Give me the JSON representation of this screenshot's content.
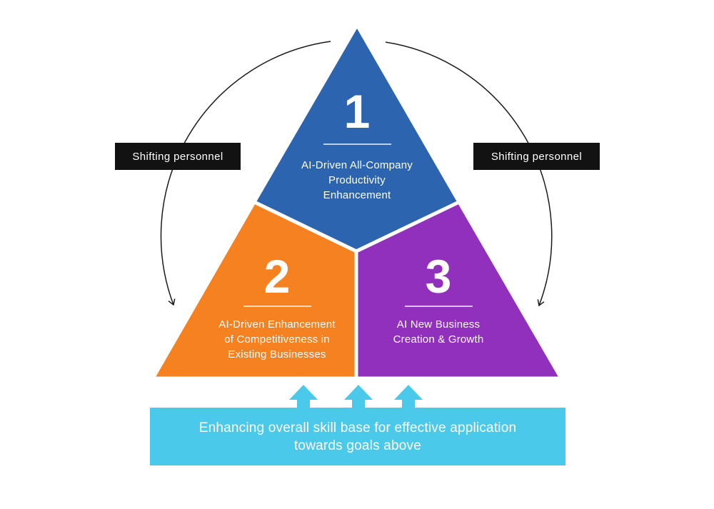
{
  "palette": {
    "blue": "#2D64B0",
    "orange": "#F68121",
    "purple": "#9230BE",
    "cyan": "#4AC9EA",
    "label_bg": "#121212",
    "arc_stroke": "#1A1A1A"
  },
  "sections": [
    {
      "number": "1",
      "lines": [
        "AI-Driven All-Company",
        "Productivity",
        "Enhancement"
      ]
    },
    {
      "number": "2",
      "lines": [
        "AI-Driven Enhancement",
        "of Competitiveness in",
        "Existing Businesses"
      ]
    },
    {
      "number": "3",
      "lines": [
        "AI New Business",
        "Creation & Growth"
      ]
    }
  ],
  "side_labels": {
    "left": "Shifting personnel",
    "right": "Shifting personnel"
  },
  "bottom_bar": {
    "lines": [
      "Enhancing overall skill base for effective application",
      "towards goals above"
    ]
  }
}
